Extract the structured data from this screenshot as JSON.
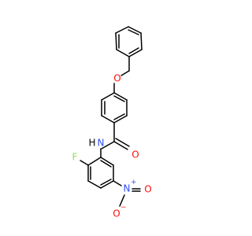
{
  "colors": {
    "bond": "#000000",
    "oxygen": "#ff0d0d",
    "nitrogen": "#3050f8",
    "fluorine": "#90e050"
  },
  "atoms": {
    "ether_oxygen": "O",
    "carbonyl_oxygen": "O",
    "amide_nitrogen": "N",
    "amide_hydrogen": "H",
    "fluorine": "F",
    "nitro_nitrogen": "N",
    "nitro_nitrogen_charge": "+",
    "nitro_oxygen_left": "O",
    "nitro_oxygen_left_charge": "−",
    "nitro_oxygen_right": "O"
  }
}
